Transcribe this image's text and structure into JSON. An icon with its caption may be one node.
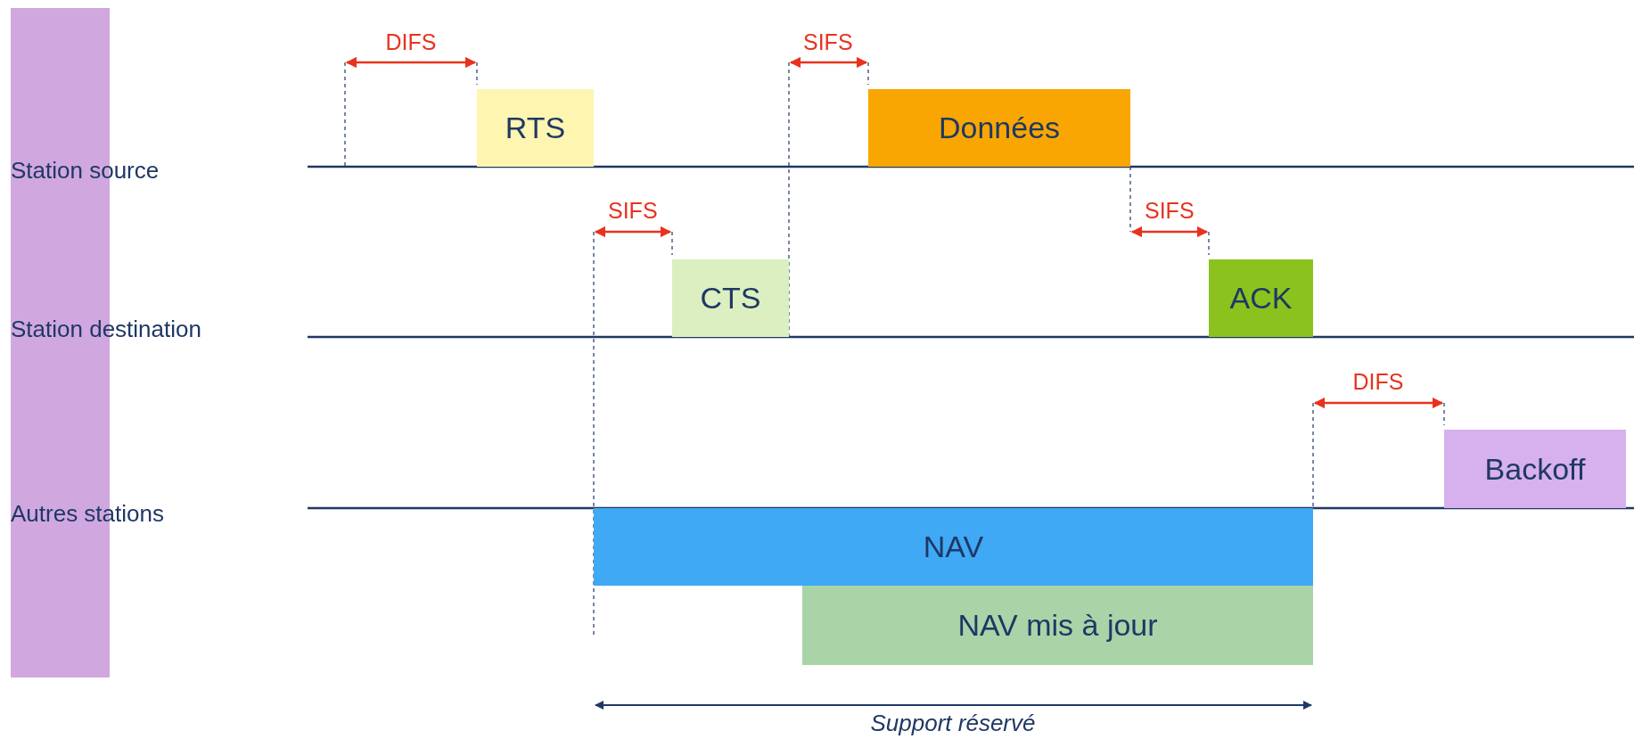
{
  "diagram": {
    "nodes": [
      {
        "text": [],
        "shape": "bar"
      },
      {
        "text": [
          "RTS"
        ]
      },
      {
        "text": [
          "Données"
        ]
      },
      {
        "text": [
          "CTS"
        ]
      },
      {
        "text": [
          "ACK"
        ]
      },
      {
        "text": [
          "Backoff"
        ]
      },
      {
        "text": [
          "NAV"
        ]
      },
      {
        "text": [
          "NAV mis à jour"
        ]
      }
    ],
    "labels": [
      "DIFS",
      "SIFS",
      "Station source",
      "SIFS",
      "SIFS",
      "Station destination",
      "DIFS",
      "Autres stations",
      "Support réservé"
    ]
  }
}
